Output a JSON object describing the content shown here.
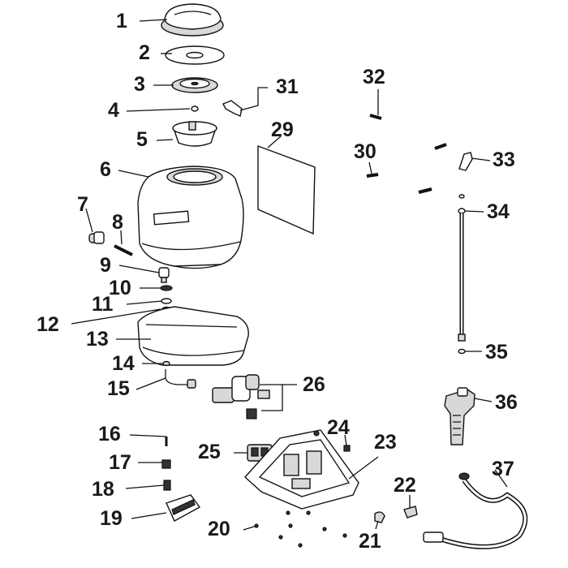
{
  "diagram": {
    "labels": {
      "p1": "1",
      "p2": "2",
      "p3": "3",
      "p4": "4",
      "p5": "5",
      "p6": "6",
      "p7": "7",
      "p8": "8",
      "p9": "9",
      "p10": "10",
      "p11": "11",
      "p12": "12",
      "p13": "13",
      "p14": "14",
      "p15": "15",
      "p16": "16",
      "p17": "17",
      "p18": "18",
      "p19": "19",
      "p20": "20",
      "p21": "21",
      "p22": "22",
      "p23": "23",
      "p24": "24",
      "p25": "25",
      "p26": "26",
      "p29": "29",
      "p30": "30",
      "p31": "31",
      "p32": "32",
      "p33": "33",
      "p34": "34",
      "p35": "35",
      "p36": "36",
      "p37": "37"
    }
  }
}
